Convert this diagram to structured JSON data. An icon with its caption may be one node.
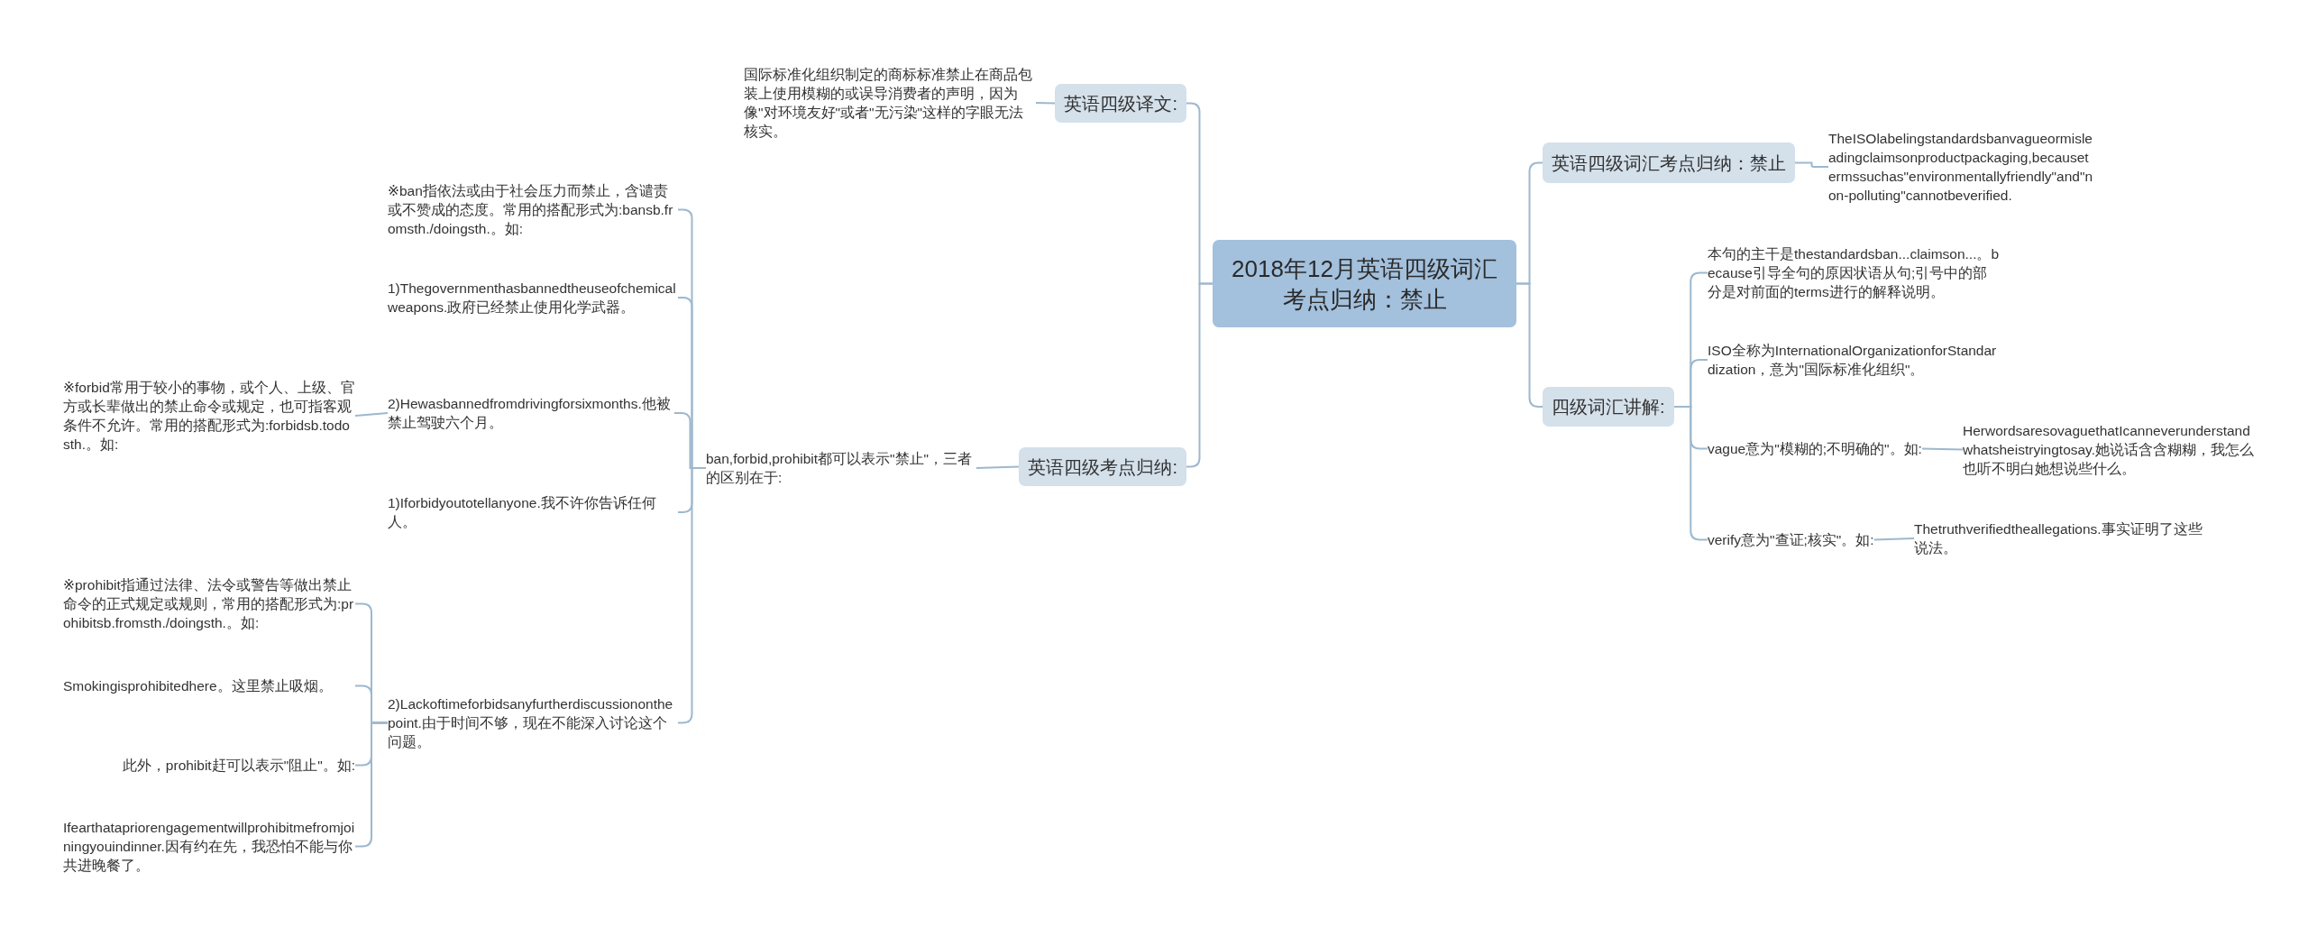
{
  "diagram": {
    "nodes": [
      {
        "text": [
          "2018年12月英语四级词汇考点归纳：禁止"
        ]
      },
      {
        "text": [
          "英语四级译文:"
        ]
      },
      {
        "text": [
          "国际标准化组织制定的商标标准禁止在商品包装上使用模糊的或误导消费者的声明，因为像\"对环境友好\"或者\"无污染\"这样的字眼无法核实。"
        ]
      },
      {
        "text": [
          "英语四级考点归纳:"
        ]
      },
      {
        "text": [
          "ban,forbid,prohibit都可以表示\"禁止\"，三者的区别在于:"
        ]
      },
      {
        "text": [
          "※ban指依法或由于社会压力而禁止，含谴责或不赞成的态度。常用的搭配形式为:bansb.fromsth./doingsth.。如:"
        ]
      },
      {
        "text": [
          "1)Thegovernmenthasbannedtheuseofchemicalweapons.政府已经禁止使用化学武器。"
        ]
      },
      {
        "text": [
          "2)Hewasbannedfromdrivingforsixmonths.他被禁止驾驶六个月。"
        ]
      },
      {
        "text": [
          "※forbid常用于较小的事物，或个人、上级、官方或长辈做出的禁止命令或规定，也可指客观条件不允许。常用的搭配形式为:forbidsb.todosth.。如:"
        ]
      },
      {
        "text": [
          "1)Iforbidyoutotellanyone.我不许你告诉任何人。"
        ]
      },
      {
        "text": [
          "2)Lackoftimeforbidsanyfurtherdiscussiononthepoint.由于时间不够，现在不能深入讨论这个问题。"
        ]
      },
      {
        "text": [
          "※prohibit指通过法律、法令或警告等做出禁止命令的正式规定或规则，常用的搭配形式为:prohibitsb.fromsth./doingsth.。如:"
        ]
      },
      {
        "text": [
          "Smokingisprohibitedhere。这里禁止吸烟。"
        ]
      },
      {
        "text": [
          "此外，prohibit赶可以表示\"阻止\"。如:"
        ]
      },
      {
        "text": [
          "Ifearthatapriorengagementwillprohibitmefromjoiningyouindinner.因有约在先，我恐怕不能与你共进晚餐了。"
        ]
      },
      {
        "text": [
          "英语四级词汇考点归纳：禁止"
        ]
      },
      {
        "text": [
          "TheISOlabelingstandardsbanvagueormisleadingclaimsonproductpackaging,becausetermssuchas\"environmentallyfriendly\"and\"non-polluting\"cannotbeverified."
        ]
      },
      {
        "text": [
          "四级词汇讲解:"
        ]
      },
      {
        "text": [
          "本句的主干是thestandardsban...claimson...。because引导全句的原因状语从句;引号中的部分是对前面的terms进行的解释说明。"
        ]
      },
      {
        "text": [
          "ISO全称为InternationalOrganizationforStandardization，意为\"国际标准化组织\"。"
        ]
      },
      {
        "text": [
          "vague意为\"模糊的;不明确的\"。如:"
        ]
      },
      {
        "text": [
          "HerwordsaresovaguethatIcanneverunderstandwhatsheistryingtosay.她说话含含糊糊，我怎么也听不明白她想说些什么。"
        ]
      },
      {
        "text": [
          "verify意为\"查证;核实\"。如:"
        ]
      },
      {
        "text": [
          "Thetruthverifiedtheallegations.事实证明了这些说法。"
        ]
      }
    ],
    "edges": [
      {
        "from": 0,
        "to": 1,
        "arrow": "none"
      },
      {
        "from": 1,
        "to": 2,
        "arrow": "none"
      },
      {
        "from": 0,
        "to": 3,
        "arrow": "none"
      },
      {
        "from": 3,
        "to": 4,
        "arrow": "none"
      },
      {
        "from": 4,
        "to": 5,
        "arrow": "none"
      },
      {
        "from": 4,
        "to": 6,
        "arrow": "none"
      },
      {
        "from": 4,
        "to": 7,
        "arrow": "none"
      },
      {
        "from": 7,
        "to": 8,
        "arrow": "none"
      },
      {
        "from": 4,
        "to": 9,
        "arrow": "none"
      },
      {
        "from": 4,
        "to": 10,
        "arrow": "none"
      },
      {
        "from": 10,
        "to": 11,
        "arrow": "none"
      },
      {
        "from": 10,
        "to": 12,
        "arrow": "none"
      },
      {
        "from": 10,
        "to": 13,
        "arrow": "none"
      },
      {
        "from": 10,
        "to": 14,
        "arrow": "none"
      },
      {
        "from": 0,
        "to": 15,
        "arrow": "none"
      },
      {
        "from": 15,
        "to": 16,
        "arrow": "none"
      },
      {
        "from": 0,
        "to": 17,
        "arrow": "none"
      },
      {
        "from": 17,
        "to": 18,
        "arrow": "none"
      },
      {
        "from": 17,
        "to": 19,
        "arrow": "none"
      },
      {
        "from": 17,
        "to": 20,
        "arrow": "none"
      },
      {
        "from": 20,
        "to": 21,
        "arrow": "none"
      },
      {
        "from": 17,
        "to": 22,
        "arrow": "none"
      },
      {
        "from": 22,
        "to": 23,
        "arrow": "none"
      }
    ]
  }
}
